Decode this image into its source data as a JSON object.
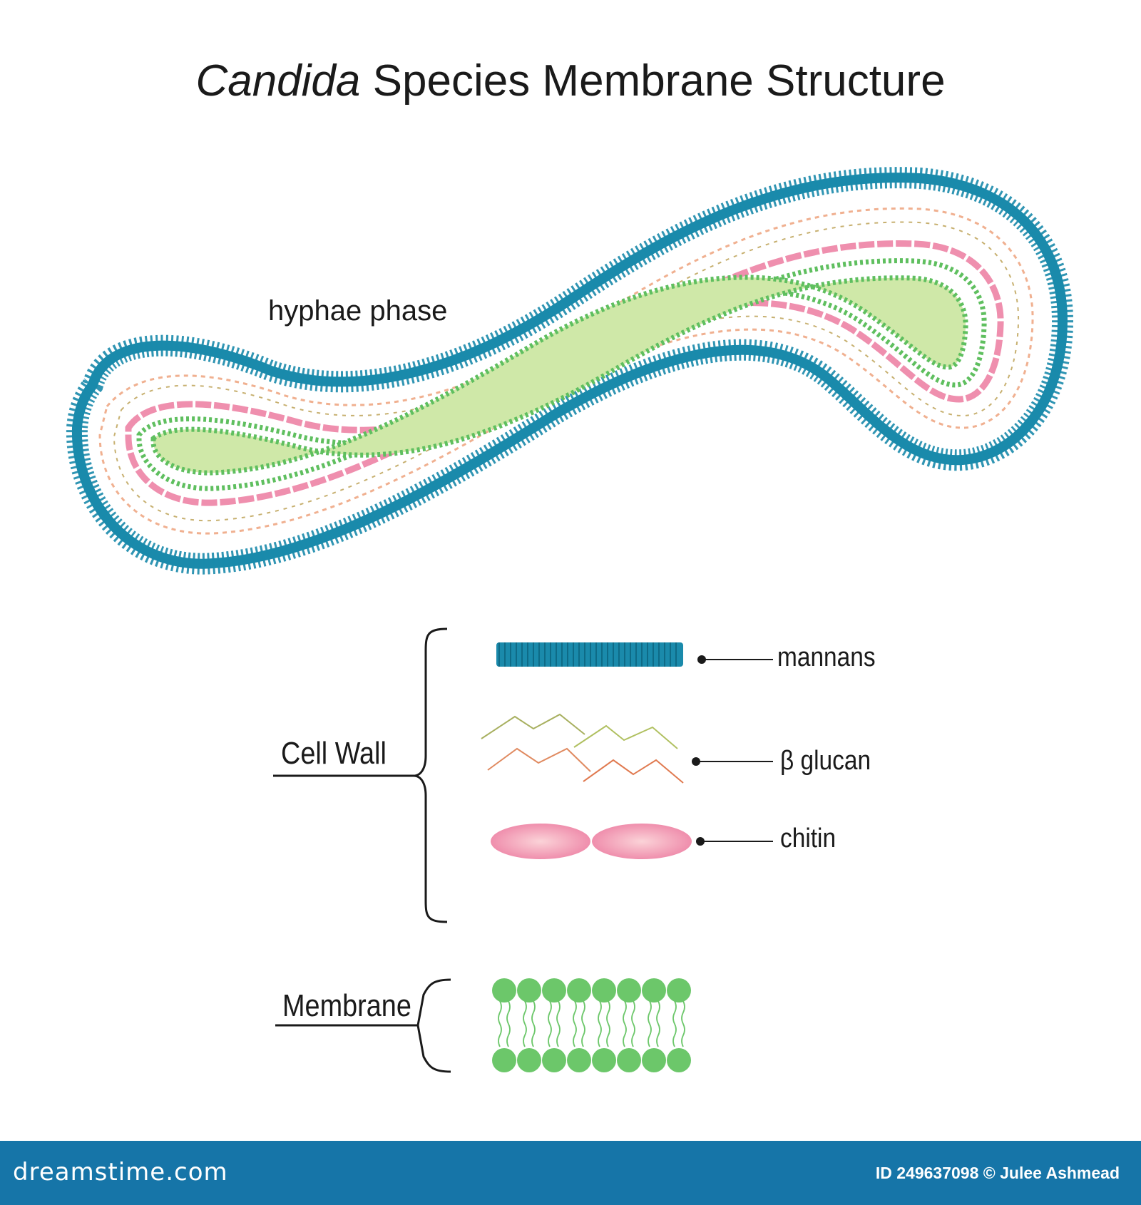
{
  "title": {
    "italic": "Candida",
    "rest": " Species Membrane Structure"
  },
  "labels": {
    "hyphae": "hyphae phase",
    "cell_wall": "Cell Wall",
    "membrane": "Membrane",
    "mannans": "mannans",
    "glucan": "β glucan",
    "chitin": "chitin"
  },
  "footer": {
    "site": "dreamstime.com",
    "credit": "ID 249637098 © Julee Ashmead"
  },
  "colors": {
    "mannan_blue": "#1a8aab",
    "chitin_pink": "#ef8fae",
    "membrane_green": "#6cc76a",
    "cytoplasm_green": "#cfe8a8",
    "footer_blue": "#1675a8"
  }
}
